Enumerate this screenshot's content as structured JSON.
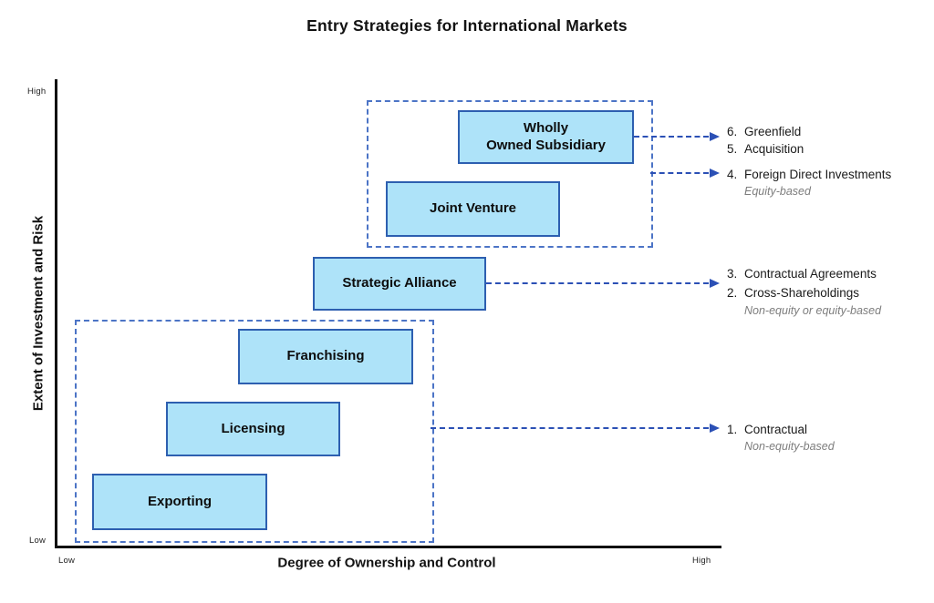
{
  "title": "Entry Strategies for International Markets",
  "axes": {
    "y_title": "Extent of Investment and Risk",
    "x_title": "Degree of Ownership and Control",
    "y_high": "High",
    "y_low": "Low",
    "x_low": "Low",
    "x_high": "High"
  },
  "boxes": [
    {
      "id": "exporting",
      "label": "Exporting"
    },
    {
      "id": "licensing",
      "label": "Licensing"
    },
    {
      "id": "franchising",
      "label": "Franchising"
    },
    {
      "id": "strategic-alliance",
      "label": "Strategic Alliance"
    },
    {
      "id": "joint-venture",
      "label": "Joint Venture"
    },
    {
      "id": "wholly-owned-subsidiary",
      "label": "Wholly\nOwned Subsidiary"
    }
  ],
  "groups": [
    {
      "id": "equity-group",
      "contains": [
        "Wholly Owned Subsidiary",
        "Joint Venture"
      ]
    },
    {
      "id": "non-equity-group",
      "contains": [
        "Franchising",
        "Licensing",
        "Exporting"
      ]
    }
  ],
  "annotations": [
    {
      "items": [
        {
          "num": "6.",
          "label": "Greenfield"
        },
        {
          "num": "5.",
          "label": "Acquisition"
        }
      ],
      "note": ""
    },
    {
      "items": [
        {
          "num": "4.",
          "label": "Foreign Direct Investments"
        }
      ],
      "note": "Equity-based"
    },
    {
      "items": [
        {
          "num": "3.",
          "label": "Contractual Agreements"
        },
        {
          "num": "2.",
          "label": "Cross-Shareholdings"
        }
      ],
      "note": "Non-equity or equity-based"
    },
    {
      "items": [
        {
          "num": "1.",
          "label": "Contractual"
        }
      ],
      "note": "Non-equity-based"
    }
  ],
  "icons": {
    "arrowhead": "arrow-right"
  },
  "colors": {
    "box_fill": "#AEE3F9",
    "box_border": "#2D5FB0",
    "group_dash": "#4C74C6",
    "arrow": "#2B50B5",
    "ink": "#121212",
    "note": "#7D7D7D"
  }
}
